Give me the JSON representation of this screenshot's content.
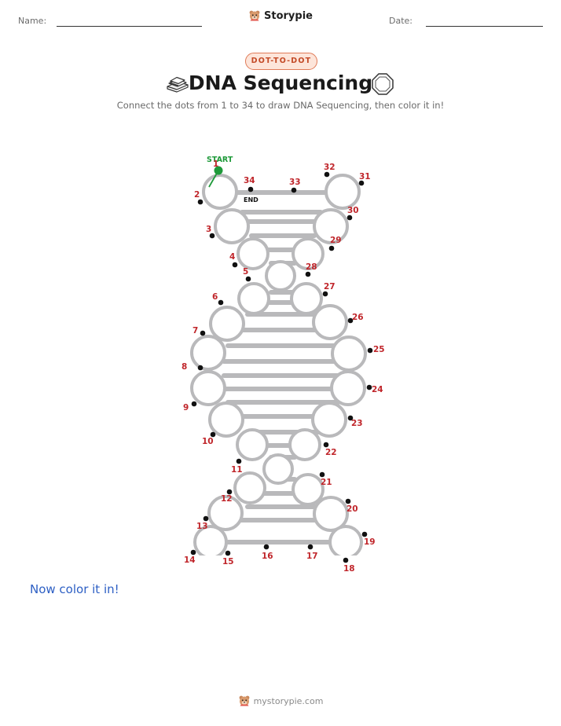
{
  "header": {
    "name_label": "Name:",
    "date_label": "Date:",
    "brand": "Storypie"
  },
  "badge": "DOT-TO-DOT",
  "title": "DNA Sequencing",
  "subtitle": "Connect the dots from 1 to 34 to draw DNA Sequencing, then color it in!",
  "icons": {
    "left": "book-stack-icon",
    "right": "octagon-icon",
    "brand": "bear-mascot-icon"
  },
  "puzzle": {
    "start_label": "START",
    "end_label": "END",
    "colors": {
      "outline": "#b9b9bb",
      "number": "#c0262b",
      "dot": "#111111",
      "start": "#1f9a3a"
    },
    "dots": [
      {
        "n": "1"
      },
      {
        "n": "2"
      },
      {
        "n": "3"
      },
      {
        "n": "4"
      },
      {
        "n": "5"
      },
      {
        "n": "6"
      },
      {
        "n": "7"
      },
      {
        "n": "8"
      },
      {
        "n": "9"
      },
      {
        "n": "10"
      },
      {
        "n": "11"
      },
      {
        "n": "12"
      },
      {
        "n": "13"
      },
      {
        "n": "14"
      },
      {
        "n": "15"
      },
      {
        "n": "16"
      },
      {
        "n": "17"
      },
      {
        "n": "18"
      },
      {
        "n": "19"
      },
      {
        "n": "20"
      },
      {
        "n": "21"
      },
      {
        "n": "22"
      },
      {
        "n": "23"
      },
      {
        "n": "24"
      },
      {
        "n": "25"
      },
      {
        "n": "26"
      },
      {
        "n": "27"
      },
      {
        "n": "28"
      },
      {
        "n": "29"
      },
      {
        "n": "30"
      },
      {
        "n": "31"
      },
      {
        "n": "32"
      },
      {
        "n": "33"
      },
      {
        "n": "34"
      }
    ]
  },
  "color_prompt": "Now color it in!",
  "footer": {
    "url": "mystorypie.com"
  }
}
